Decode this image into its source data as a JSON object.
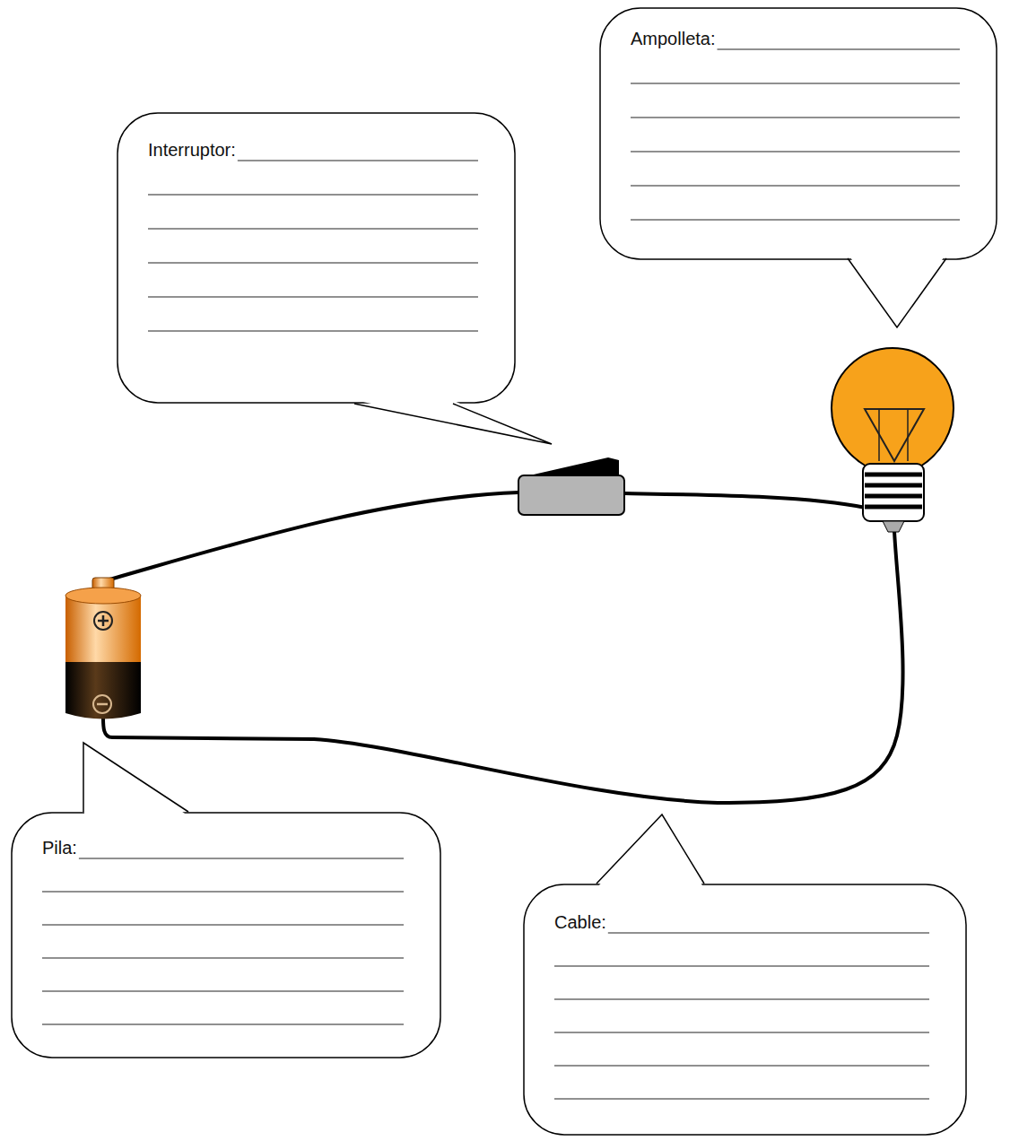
{
  "diagram": {
    "nodes": [
      {
        "text": [
          "Ampolleta:"
        ]
      },
      {
        "text": [
          "Interruptor:"
        ]
      },
      {
        "text": [
          "Pila:"
        ]
      },
      {
        "text": [
          "Cable:"
        ]
      }
    ]
  }
}
